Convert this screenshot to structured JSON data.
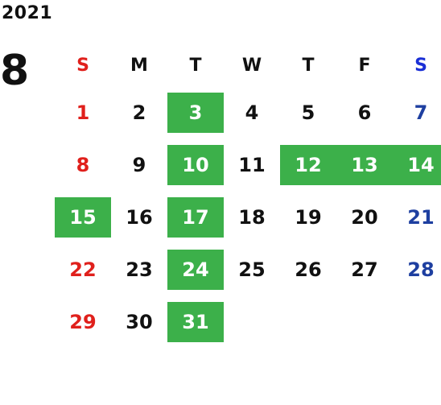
{
  "year": "2021",
  "month": "8",
  "weekdays": [
    "S",
    "M",
    "T",
    "W",
    "T",
    "F",
    "S"
  ],
  "weeks": [
    [
      "1",
      "2",
      "3",
      "4",
      "5",
      "6",
      "7"
    ],
    [
      "8",
      "9",
      "10",
      "11",
      "12",
      "13",
      "14"
    ],
    [
      "15",
      "16",
      "17",
      "18",
      "19",
      "20",
      "21"
    ],
    [
      "22",
      "23",
      "24",
      "25",
      "26",
      "27",
      "28"
    ],
    [
      "29",
      "30",
      "31",
      "",
      "",
      "",
      ""
    ]
  ],
  "highlighted_days": [
    "3",
    "10",
    "12",
    "13",
    "14",
    "15",
    "17",
    "24",
    "31"
  ],
  "colors": {
    "highlight": "#3cb04a",
    "sunday": "#e0201c",
    "saturday": "#1e3fa0",
    "saturday_header": "#1a2fd6",
    "text": "#111111"
  }
}
